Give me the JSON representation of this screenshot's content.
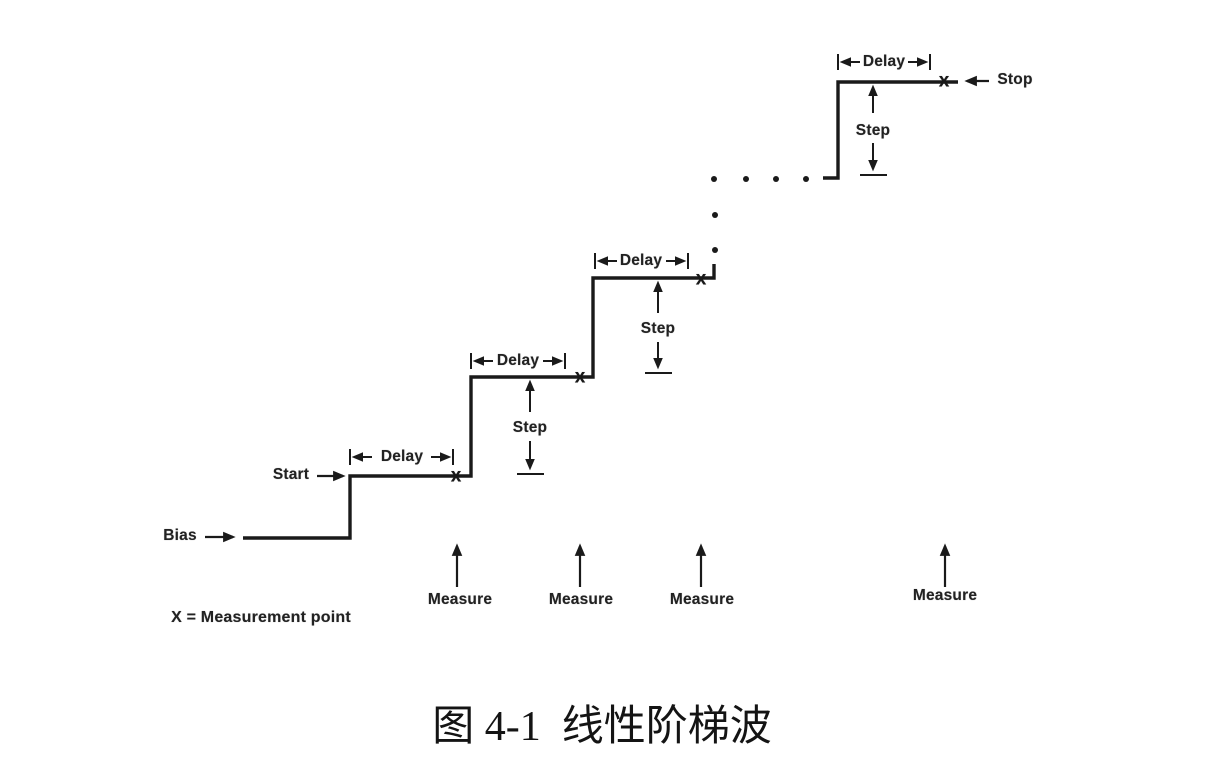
{
  "figure": {
    "caption": "图 4-1  线性阶梯波",
    "legend": "X = Measurement point"
  },
  "labels": {
    "bias": "Bias",
    "start": "Start",
    "stop": "Stop",
    "delay": "Delay",
    "step": "Step",
    "measure": "Measure",
    "x_marker": "x"
  },
  "colors": {
    "ink": "#1a1a1a",
    "background": "#ffffff"
  },
  "waveform": {
    "type": "linear-staircase",
    "levels_order": [
      "Bias",
      "Start",
      "Start+Step",
      "Start+2·Step",
      "…",
      "Stop"
    ],
    "measurement_points": 4,
    "annotations": [
      "Delay on each step tread",
      "Step height between treads",
      "Measure arrow below each X point"
    ]
  }
}
